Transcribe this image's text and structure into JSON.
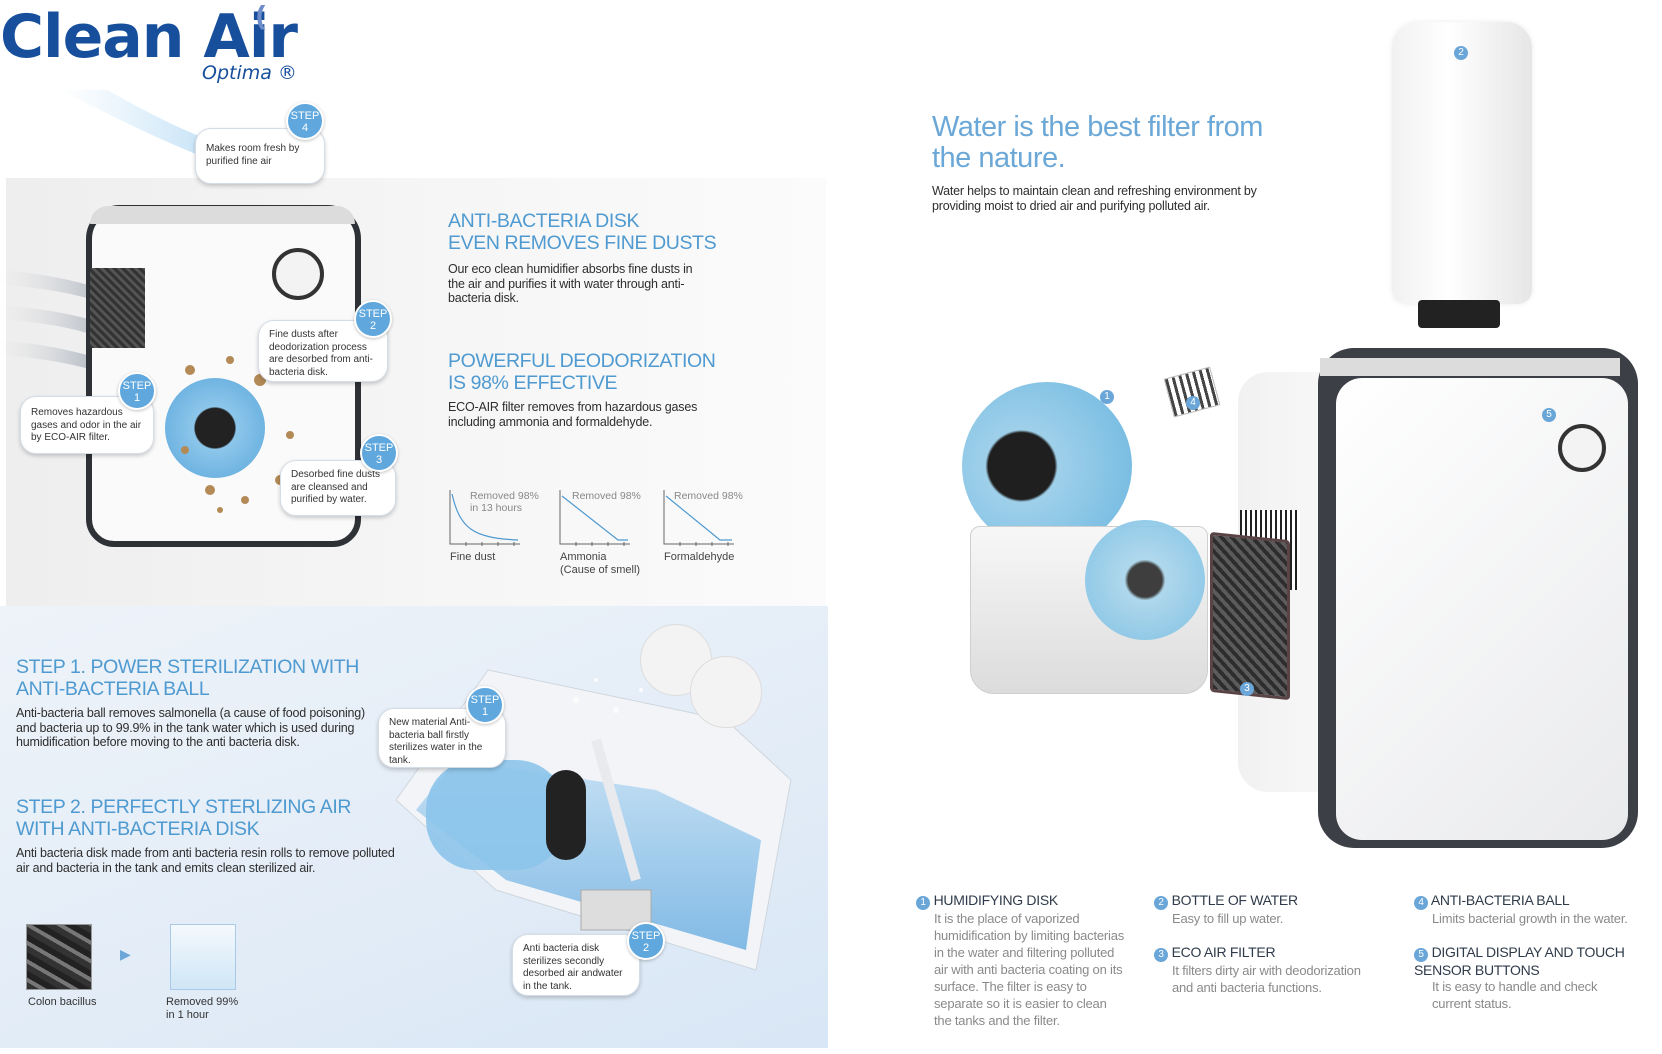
{
  "brand": {
    "name": "Clean Air",
    "sub": "Optima ®"
  },
  "left_top": {
    "bubbles": {
      "step4": {
        "text": "Makes room fresh by purified fine air"
      },
      "step2": {
        "text": "Fine dusts after deodorization process are desorbed from anti-bacteria disk."
      },
      "step1": {
        "text": "Removes hazardous gases and odor in the air by ECO-AIR filter."
      },
      "step3": {
        "text": "Desorbed fine dusts are cleansed and purified by water."
      }
    },
    "badges": {
      "step_label": "STEP",
      "n4": "4",
      "n2": "2",
      "n1": "1",
      "n3": "3"
    },
    "section1": {
      "title_line1": "ANTI-BACTERIA DISK",
      "title_line2": "EVEN REMOVES FINE DUSTS",
      "body": "Our eco clean humidifier absorbs fine dusts in the air and purifies it with water through anti-bacteria disk."
    },
    "section2": {
      "title_line1": "POWERFUL DEODORIZATION",
      "title_line2": "IS 98% EFFECTIVE",
      "body": "ECO-AIR filter removes from hazardous gases including ammonia and formaldehyde."
    },
    "mini_charts": [
      {
        "note_line1": "Removed 98%",
        "note_line2": "in 13 hours",
        "x_line1": "Fine dust",
        "x_line2": ""
      },
      {
        "note_line1": "Removed 98%",
        "note_line2": "",
        "x_line1": "Ammonia",
        "x_line2": "(Cause of smell)"
      },
      {
        "note_line1": "Removed 98%",
        "note_line2": "",
        "x_line1": "Formaldehyde",
        "x_line2": ""
      }
    ]
  },
  "left_bottom": {
    "step1": {
      "title_line1": "STEP 1. POWER STERILIZATION WITH",
      "title_line2": "ANTI-BACTERIA BALL",
      "body": "Anti-bacteria ball removes salmonella (a cause of food poisoning) and bacteria up to 99.9% in the tank water which is used during humidification before moving to the anti bacteria disk."
    },
    "step2": {
      "title_line1": "STEP 2. PERFECTLY STERLIZING AIR",
      "title_line2": "WITH ANTI-BACTERIA DISK",
      "body": "Anti bacteria disk made from anti bacteria resin rolls to remove polluted air and bacteria in the tank and emits clean sterilized air."
    },
    "bubble_step1": "New material Anti-bacteria ball firstly sterilizes water in the tank.",
    "bubble_step2": "Anti bacteria disk sterilizes secondly desorbed air andwater in the tank.",
    "photo1_caption": "Colon bacillus",
    "photo2_caption_line1": "Removed 99%",
    "photo2_caption_line2": "in 1 hour"
  },
  "right": {
    "headline_line1": "Water is the best filter from",
    "headline_line2": "the nature.",
    "intro": "Water helps to maintain clean and refreshing environment by providing moist to dried air and purifying polluted air.",
    "part_numbers": [
      "1",
      "2",
      "3",
      "4",
      "5"
    ],
    "legend": [
      {
        "num": "1",
        "title": "HUMIDIFYING DISK",
        "body": "It is the place of vaporized humidification by limiting bacterias in the water and filtering polluted air with anti bacteria coating on its surface. The filter is easy to separate so it is easier to clean the tanks and the filter."
      },
      {
        "num": "2",
        "title": "BOTTLE OF WATER",
        "body": "Easy to fill up water."
      },
      {
        "num": "3",
        "title": "ECO AIR FILTER",
        "body": "It filters dirty air with deodorization and anti bacteria functions."
      },
      {
        "num": "4",
        "title": "ANTI-BACTERIA BALL",
        "body": "Limits bacterial growth in the water."
      },
      {
        "num": "5",
        "title": "DIGITAL DISPLAY AND TOUCH SENSOR BUTTONS",
        "body": "It is easy to handle and check current status."
      }
    ]
  },
  "colors": {
    "brand_blue": "#174f9c",
    "accent_blue": "#4f9ad0",
    "badge_blue": "#5fa7dd"
  }
}
